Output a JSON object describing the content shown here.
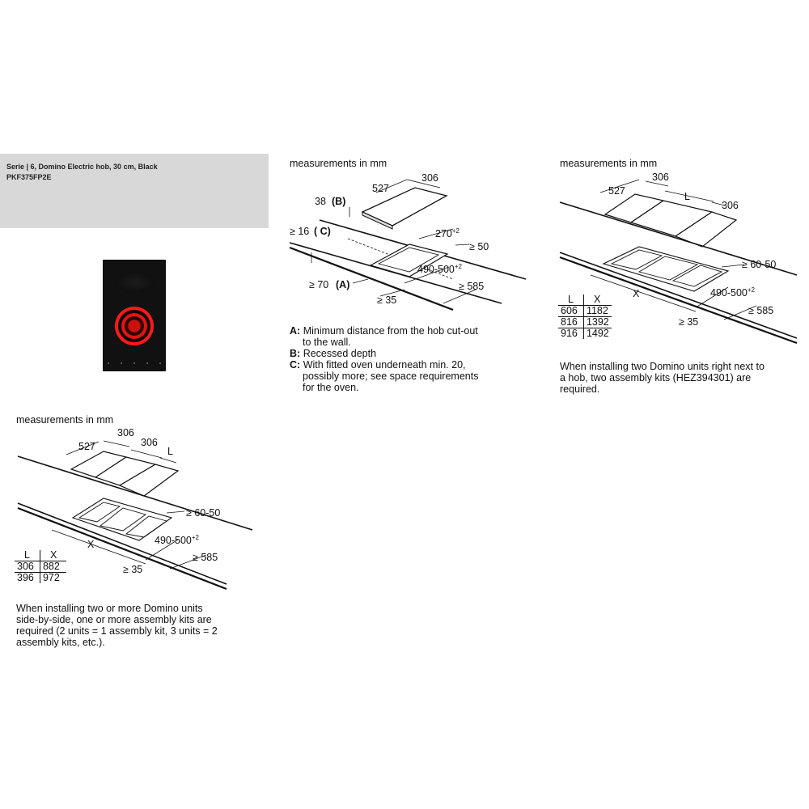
{
  "header": {
    "title": "Serie | 6, Domino Electric hob, 30 cm, Black",
    "model": "PKF375FP2E"
  },
  "diagram1": {
    "heading": "measurements in mm",
    "dims": {
      "w306": "306",
      "d527": "527",
      "depth38": "38",
      "labelB": "(B)",
      "gap16": "≥ 16",
      "labelC": "( C)",
      "cut270": "270",
      "sup270": "+2",
      "ge50": "≥ 50",
      "cut490": "490-500",
      "sup490": "+2",
      "ge70": "≥ 70",
      "labelA": "(A)",
      "ge585": "≥ 585",
      "ge35": "≥ 35"
    },
    "notes": [
      {
        "key": "A:",
        "text": "Minimum distance from the hob cut-out",
        "cont": "to the wall."
      },
      {
        "key": "B:",
        "text": "Recessed depth"
      },
      {
        "key": "C:",
        "text": "With fitted oven underneath min. 20,",
        "cont": "possibly more; see space requirements",
        "cont2": "for the oven."
      }
    ]
  },
  "diagram2": {
    "heading": "measurements in mm",
    "dims": {
      "w306a": "306",
      "d527": "527",
      "L": "L",
      "w306b": "306",
      "ge6050": "≥ 60-50",
      "X": "X",
      "cut490": "490-500",
      "sup490": "+2",
      "ge585": "≥ 585",
      "ge35": "≥ 35"
    },
    "table": {
      "headers": [
        "L",
        "X"
      ],
      "rows": [
        [
          "606",
          "1182"
        ],
        [
          "816",
          "1392"
        ],
        [
          "916",
          "1492"
        ]
      ]
    },
    "caption": [
      "When installing two Domino units right next to",
      "a hob, two assembly kits (HEZ394301) are",
      "required."
    ]
  },
  "diagram3": {
    "heading": "measurements in mm",
    "dims": {
      "w306a": "306",
      "d527": "527",
      "w306b": "306",
      "L": "L",
      "ge6050": "≥ 60-50",
      "X": "X",
      "cut490": "490-500",
      "sup490": "+2",
      "ge585": "≥ 585",
      "ge35": "≥ 35"
    },
    "table": {
      "headers": [
        "L",
        "X"
      ],
      "rows": [
        [
          "306",
          "882"
        ],
        [
          "396",
          "972"
        ]
      ]
    },
    "caption": [
      "When installing two or more Domino units",
      "side-by-side, one or more assembly kits are",
      "required (2 units = 1 assembly kit, 3 units = 2",
      "assembly kits, etc.)."
    ]
  }
}
